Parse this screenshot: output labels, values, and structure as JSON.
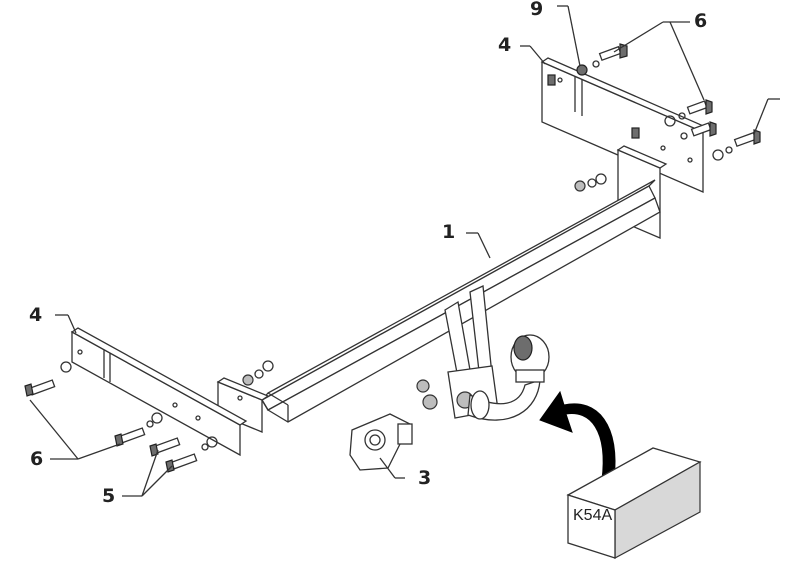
{
  "labels": {
    "l9": "9",
    "l6_top": "6",
    "l4_top": "4",
    "l1": "1",
    "l4_left": "4",
    "l6_left": "6",
    "l5": "5",
    "l3": "3"
  },
  "kit_box": {
    "code": "K54A"
  },
  "colors": {
    "line": "#333333",
    "fill_light": "#ffffff",
    "fill_shade": "#bdbdbd",
    "fill_dark": "#6d6d6d"
  }
}
